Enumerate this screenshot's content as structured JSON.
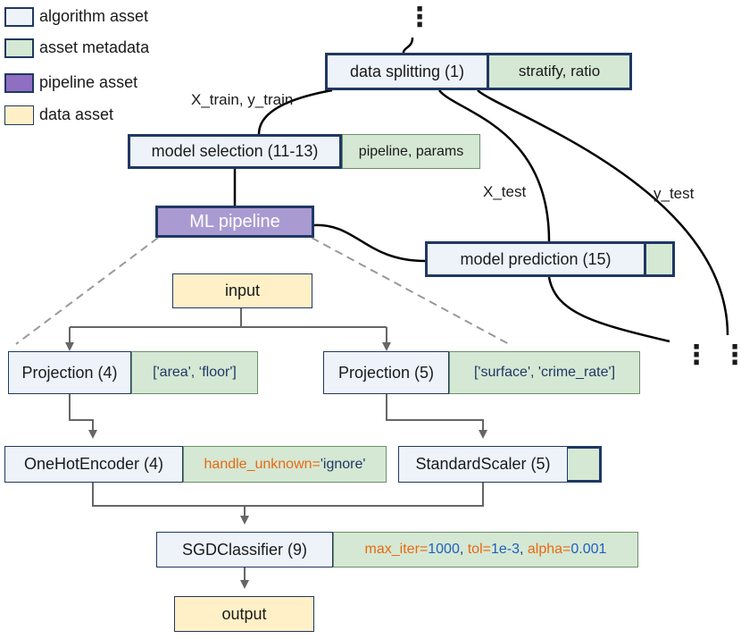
{
  "legend": {
    "algorithm": "algorithm asset",
    "metadata": "asset metadata",
    "pipeline": "pipeline asset",
    "data": "data asset"
  },
  "colors": {
    "algorithm_fill": "#eef3fa",
    "border": "#1f3864",
    "metadata_fill": "#d5e8d4",
    "pipeline_fill": "#a99bd1",
    "data_fill": "#fff0c8"
  },
  "nodes": {
    "data_splitting": "data splitting (1)",
    "data_splitting_meta": "stratify, ratio",
    "model_selection": "model selection (11-13)",
    "model_selection_meta": "pipeline, params",
    "ml_pipeline": "ML pipeline",
    "model_prediction": "model prediction (15)",
    "input": "input",
    "projection_4": "Projection (4)",
    "projection_4_meta": "['area', ‘floor']",
    "projection_5": "Projection (5)",
    "projection_5_meta": "['surface', 'crime_rate']",
    "onehot": "OneHotEncoder (4)",
    "onehot_meta_key": "handle_unknown=",
    "onehot_meta_val": "'ignore'",
    "scaler": "StandardScaler (5)",
    "sgd": "SGDClassifier (9)",
    "sgd_meta": {
      "k1": "max_iter=",
      "v1": "1000",
      "sep1": ", ",
      "k2": "tol=",
      "v2": "1e-3",
      "sep2": ", ",
      "k3": "alpha=",
      "v3": "0.001"
    },
    "output": "output"
  },
  "edge_labels": {
    "train": "X_train, y_train",
    "x_test": "X_test",
    "y_test": "y_test"
  },
  "ellipsis": "⋮"
}
